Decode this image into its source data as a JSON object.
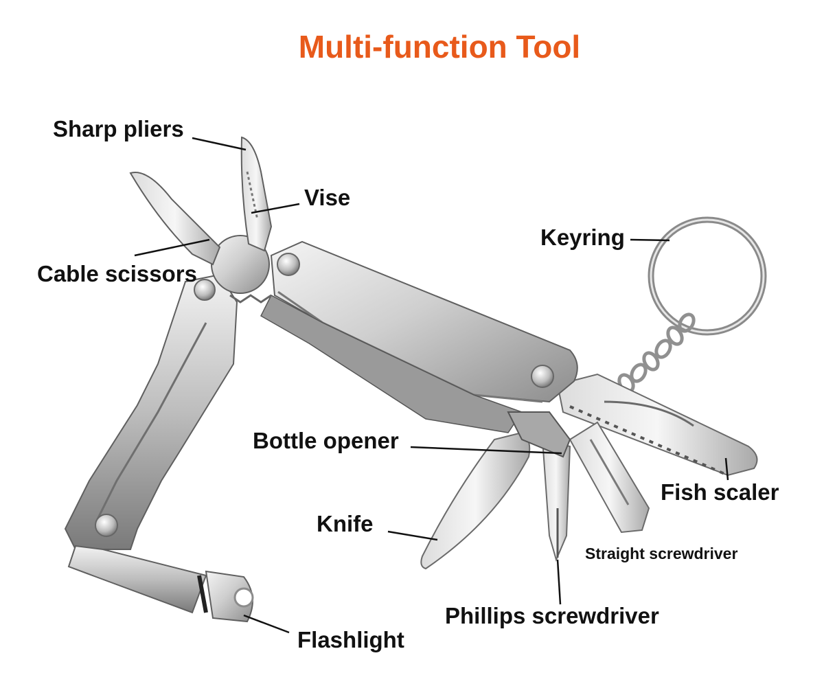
{
  "title": "Multi-function Tool",
  "colors": {
    "title": "#e85a1b",
    "label": "#111111",
    "leader": "#111111",
    "steel_light": "#eeeeee",
    "steel_mid": "#c9c9c9",
    "steel_dark": "#7f7f7f",
    "steel_edge": "#5f5f5f"
  },
  "labels": {
    "sharp_pliers": "Sharp pliers",
    "vise": "Vise",
    "cable_scissors": "Cable scissors",
    "keyring": "Keyring",
    "bottle_opener": "Bottle opener",
    "fish_scaler": "Fish scaler",
    "knife": "Knife",
    "straight_screwdriver": "Straight screwdriver",
    "phillips_screwdriver": "Phillips screwdriver",
    "flashlight": "Flashlight"
  },
  "icons": {
    "tool": "multi-tool-illustration"
  }
}
